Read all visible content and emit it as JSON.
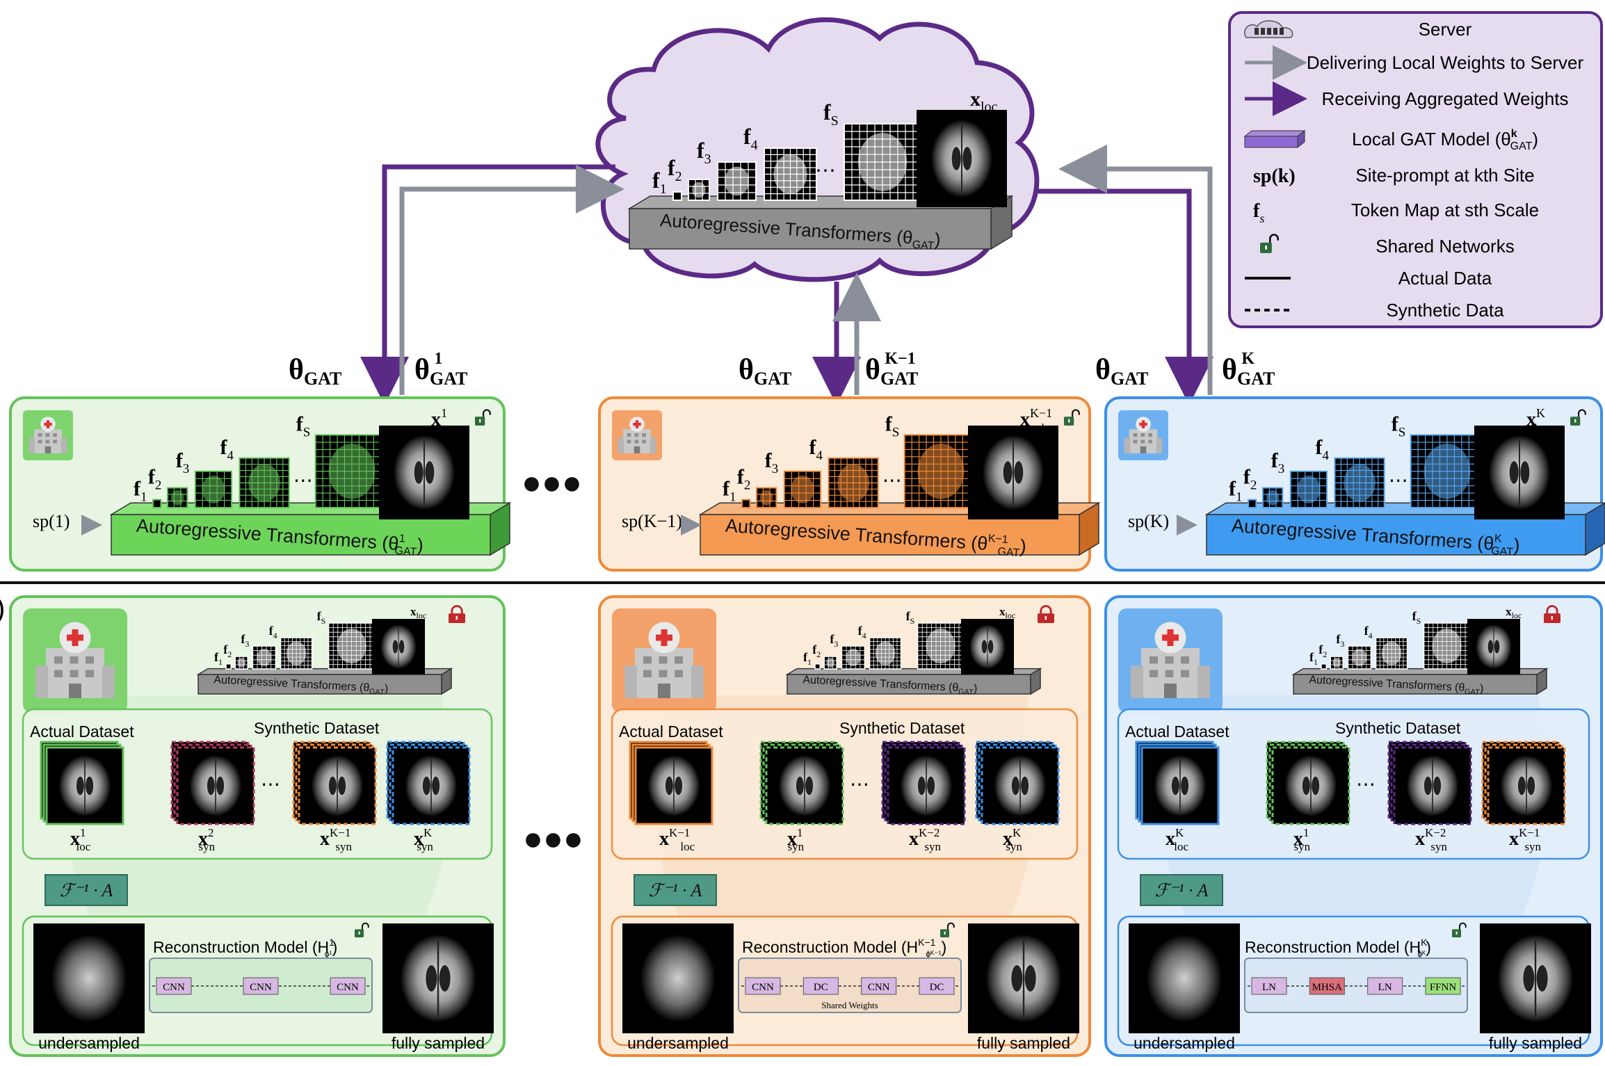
{
  "legend": {
    "items": [
      {
        "label": "Server",
        "icon": "server-icon"
      },
      {
        "label": "Delivering Local Weights to Server",
        "icon": "gray-arrow-icon"
      },
      {
        "label": "Receiving Aggregated Weights",
        "icon": "purple-arrow-icon"
      },
      {
        "label": "Local GAT Model (θ",
        "sup": "k",
        "sub": "GAT",
        "tail": ")",
        "icon": "gat-block-icon"
      },
      {
        "label": "Site-prompt at kth Site",
        "symbol": "sp(k)",
        "icon": ""
      },
      {
        "label": "Token Map at sth Scale",
        "symbol": "f",
        "symbol_sub": "s",
        "icon": ""
      },
      {
        "label": "Shared Networks",
        "icon": "unlock-icon"
      },
      {
        "label": "Actual Data",
        "icon": "solid-line-icon"
      },
      {
        "label": "Synthetic Data",
        "icon": "dashed-line-icon"
      }
    ]
  },
  "server": {
    "scales": [
      "f",
      "f",
      "f",
      "f",
      "f"
    ],
    "scale_subs": [
      "1",
      "2",
      "3",
      "4",
      "S"
    ],
    "xloc": "x",
    "xloc_sub": "loc",
    "ellipsis": "⋯",
    "bar_label": "Autoregressive Transformers (θ",
    "bar_label_sub": "GAT",
    "bar_label_tail": ")"
  },
  "arrows": {
    "theta": "θ",
    "theta_sub": "GAT",
    "left_sup": "1",
    "mid_sup": "K−1",
    "right_sup": "K"
  },
  "ellipsis_big": "●●●",
  "sites_top": [
    {
      "name": "site-1",
      "prompt": "sp(1)",
      "xloc_sup": "1",
      "bar": "Autoregressive Transformers (θ",
      "bar_sup": "1",
      "bar_sub": "GAT",
      "bar_tail": ")"
    },
    {
      "name": "site-k-1",
      "prompt": "sp(K−1)",
      "xloc_sup": "K−1",
      "bar": "Autoregressive Transformers (θ",
      "bar_sup": "K−1",
      "bar_sub": "GAT",
      "bar_tail": ")"
    },
    {
      "name": "site-k",
      "prompt": "sp(K)",
      "xloc_sup": "K",
      "bar": "Autoregressive Transformers (θ",
      "bar_sup": "K",
      "bar_sub": "GAT",
      "bar_tail": ")"
    }
  ],
  "sites_bottom": [
    {
      "name": "site-1",
      "mini_bar": "Autoregressive Transformers (θ",
      "mini_sub": "GAT",
      "mini_tail": ")",
      "actual_title": "Actual Dataset",
      "synthetic_title": "Synthetic Dataset",
      "actual_label": "x",
      "actual_sup": "1",
      "actual_sub": "loc",
      "syn_labels": [
        {
          "sup": "2",
          "sub": "syn"
        },
        {
          "sup": "K−1",
          "sub": "syn"
        },
        {
          "sup": "K",
          "sub": "syn"
        }
      ],
      "fa": "ℱ⁻¹ · A",
      "recon_title": "Reconstruction Model (H",
      "recon_sup": "1",
      "recon_sub": "ϕ¹",
      "recon_tail": ")",
      "blocks": [
        "CNN",
        "CNN",
        "CNN"
      ],
      "shared": "",
      "left_caption": "undersampled",
      "right_caption": "fully sampled"
    },
    {
      "name": "site-k-1",
      "mini_bar": "Autoregressive Transformers (θ",
      "mini_sub": "GAT",
      "mini_tail": ")",
      "actual_title": "Actual Dataset",
      "synthetic_title": "Synthetic Dataset",
      "actual_label": "x",
      "actual_sup": "K−1",
      "actual_sub": "loc",
      "syn_labels": [
        {
          "sup": "1",
          "sub": "syn"
        },
        {
          "sup": "K−2",
          "sub": "syn"
        },
        {
          "sup": "K",
          "sub": "syn"
        }
      ],
      "fa": "ℱ⁻¹ · A",
      "recon_title": "Reconstruction Model (H",
      "recon_sup": "K−1",
      "recon_sub": "ϕᴷ⁻¹",
      "recon_tail": ")",
      "blocks": [
        "CNN",
        "DC",
        "CNN",
        "DC"
      ],
      "shared": "Shared Weights",
      "left_caption": "undersampled",
      "right_caption": "fully sampled"
    },
    {
      "name": "site-k",
      "mini_bar": "Autoregressive Transformers (θ",
      "mini_sub": "GAT",
      "mini_tail": ")",
      "actual_title": "Actual Dataset",
      "synthetic_title": "Synthetic Dataset",
      "actual_label": "x",
      "actual_sup": "K",
      "actual_sub": "loc",
      "syn_labels": [
        {
          "sup": "1",
          "sub": "syn"
        },
        {
          "sup": "K−2",
          "sub": "syn"
        },
        {
          "sup": "K−1",
          "sub": "syn"
        }
      ],
      "fa": "ℱ⁻¹ · A",
      "recon_title": "Reconstruction Model (H",
      "recon_sup": "K",
      "recon_sub": "ϕᴷ",
      "recon_tail": ")",
      "blocks": [
        "LN",
        "MHSA",
        "LN",
        "FFNN"
      ],
      "shared": "",
      "left_caption": "undersampled",
      "right_caption": "fully sampled"
    }
  ],
  "colors": {
    "purple": "#5b2a86",
    "purple_fill": "#e6dcef",
    "gray_arrow": "#8a8f99",
    "green": "#63c25a",
    "green_fill": "#e8f5e3",
    "orange": "#ee8a3a",
    "orange_fill": "#fcebd9",
    "blue": "#3b8fe6",
    "blue_fill": "#e3eefb",
    "teal": "#3f8f7a",
    "lock_red": "#c0282a"
  }
}
